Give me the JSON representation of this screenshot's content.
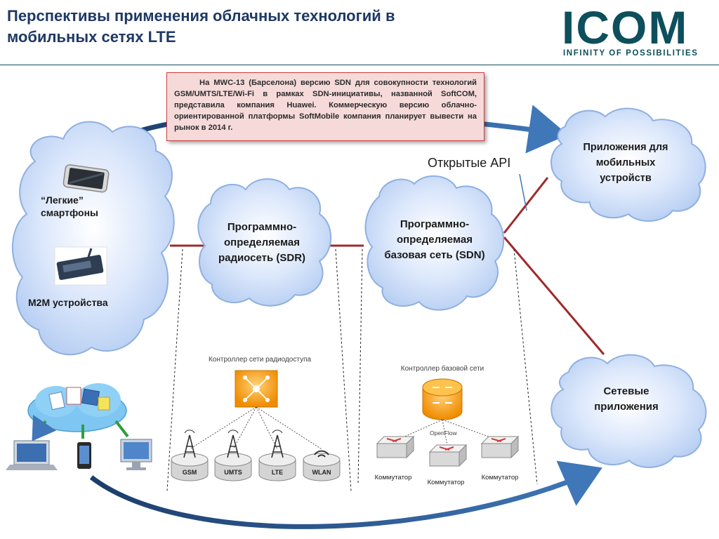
{
  "slide": {
    "title": "Перспективы применения облачных технологий в мобильных сетях LTE"
  },
  "logo": {
    "word": "ICOM",
    "tagline": "INFINITY OF POSSIBILITIES"
  },
  "note": {
    "text": "На  MWC-13 (Барселона) версию SDN для совокупности технологий GSM/UMTS/LTE/Wi-Fi в рамках SDN-инициативы, названной SoftCOM, представила компания Huawei. Коммерческую версию облачно-ориентированной платформы SoftMobile компания планирует вывести на рынок в 2014 г."
  },
  "clouds": {
    "devices": {
      "smartphones": "“Легкие” смартфоны",
      "m2m": "M2M устройства"
    },
    "sdr": "Программно-определяемая радиосеть (SDR)",
    "sdn": "Программно-определяемая базовая сеть (SDN)",
    "mobile_apps": "Приложения для мобильных устройств",
    "network_apps": "Сетевые приложения"
  },
  "api_label": "Открытые API",
  "ran": {
    "controller_label": "Контроллер сети радиодоступа",
    "nodes": [
      "GSM",
      "UMTS",
      "LTE",
      "WLAN"
    ]
  },
  "core": {
    "controller_label": "Контроллер базовой сети",
    "protocol": "OpenFlow",
    "switches": [
      "Коммутатор",
      "Коммутатор",
      "Коммутатор"
    ]
  },
  "colors": {
    "title": "#1f3864",
    "logo": "#0d4f5c",
    "cloud_fill": "#c6d9f7",
    "cloud_stroke": "#8fb0e0",
    "link": "#9e2a2a",
    "arrow": "#244a7a",
    "controller": "#f7a21b"
  }
}
